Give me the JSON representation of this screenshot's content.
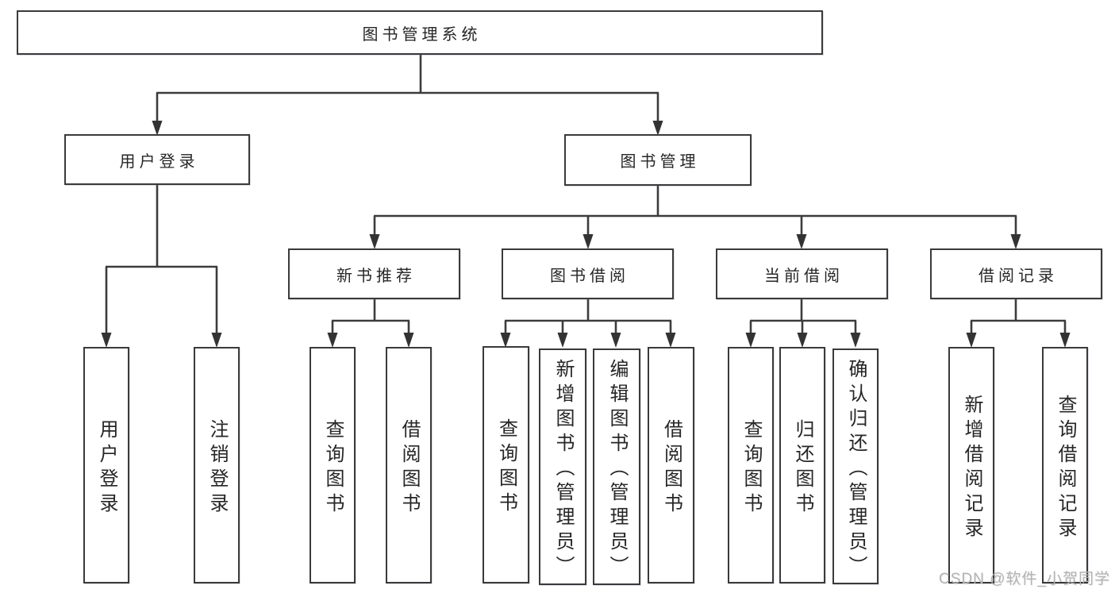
{
  "page": {
    "background": "#ffffff",
    "watermark": "CSDN @软件_小贺同学"
  },
  "colors": {
    "line": "#3c3c3c",
    "box_border": "#3a3a3a",
    "text": "#262626",
    "watermark": "#b3b3b3"
  },
  "tree": {
    "label": "图书管理系统",
    "children": [
      {
        "label": "用户登录",
        "children": [
          {
            "label": "用户登录"
          },
          {
            "label": "注销登录"
          }
        ]
      },
      {
        "label": "图书管理",
        "children": [
          {
            "label": "新书推荐",
            "children": [
              {
                "label": "查询图书"
              },
              {
                "label": "借阅图书"
              }
            ]
          },
          {
            "label": "图书借阅",
            "children": [
              {
                "label": "查询图书"
              },
              {
                "label": "新增图书（管理员）"
              },
              {
                "label": "编辑图书（管理员）"
              },
              {
                "label": "借阅图书"
              }
            ]
          },
          {
            "label": "当前借阅",
            "children": [
              {
                "label": "查询图书"
              },
              {
                "label": "归还图书"
              },
              {
                "label": "确认归还（管理员）"
              }
            ]
          },
          {
            "label": "借阅记录",
            "children": [
              {
                "label": "新增借阅记录"
              },
              {
                "label": "查询借阅记录"
              }
            ]
          }
        ]
      }
    ]
  }
}
